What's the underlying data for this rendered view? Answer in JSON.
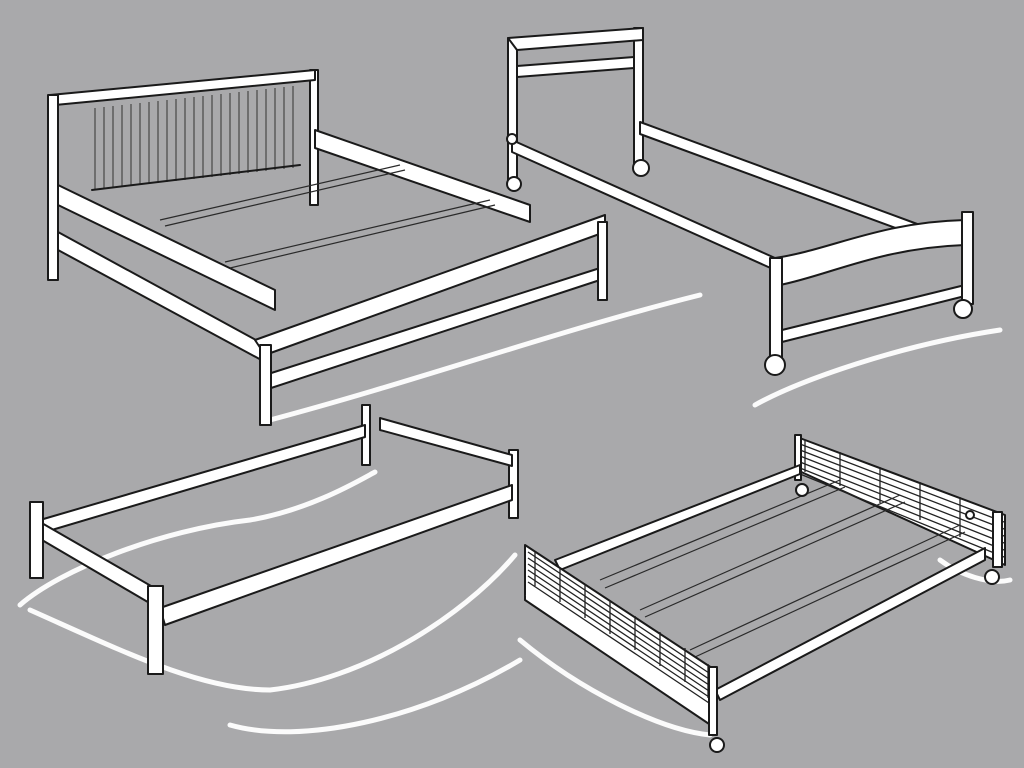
{
  "image": {
    "background_color": "#a9a9ab",
    "line_color": "#1a1a1a",
    "highlight_color": "#ffffff",
    "objects": [
      "headboard-bed-frame-illustration",
      "rolling-bed-frame-illustration",
      "low-platform-bed-frame-illustration",
      "mesh-end-bed-frame-illustration"
    ]
  }
}
